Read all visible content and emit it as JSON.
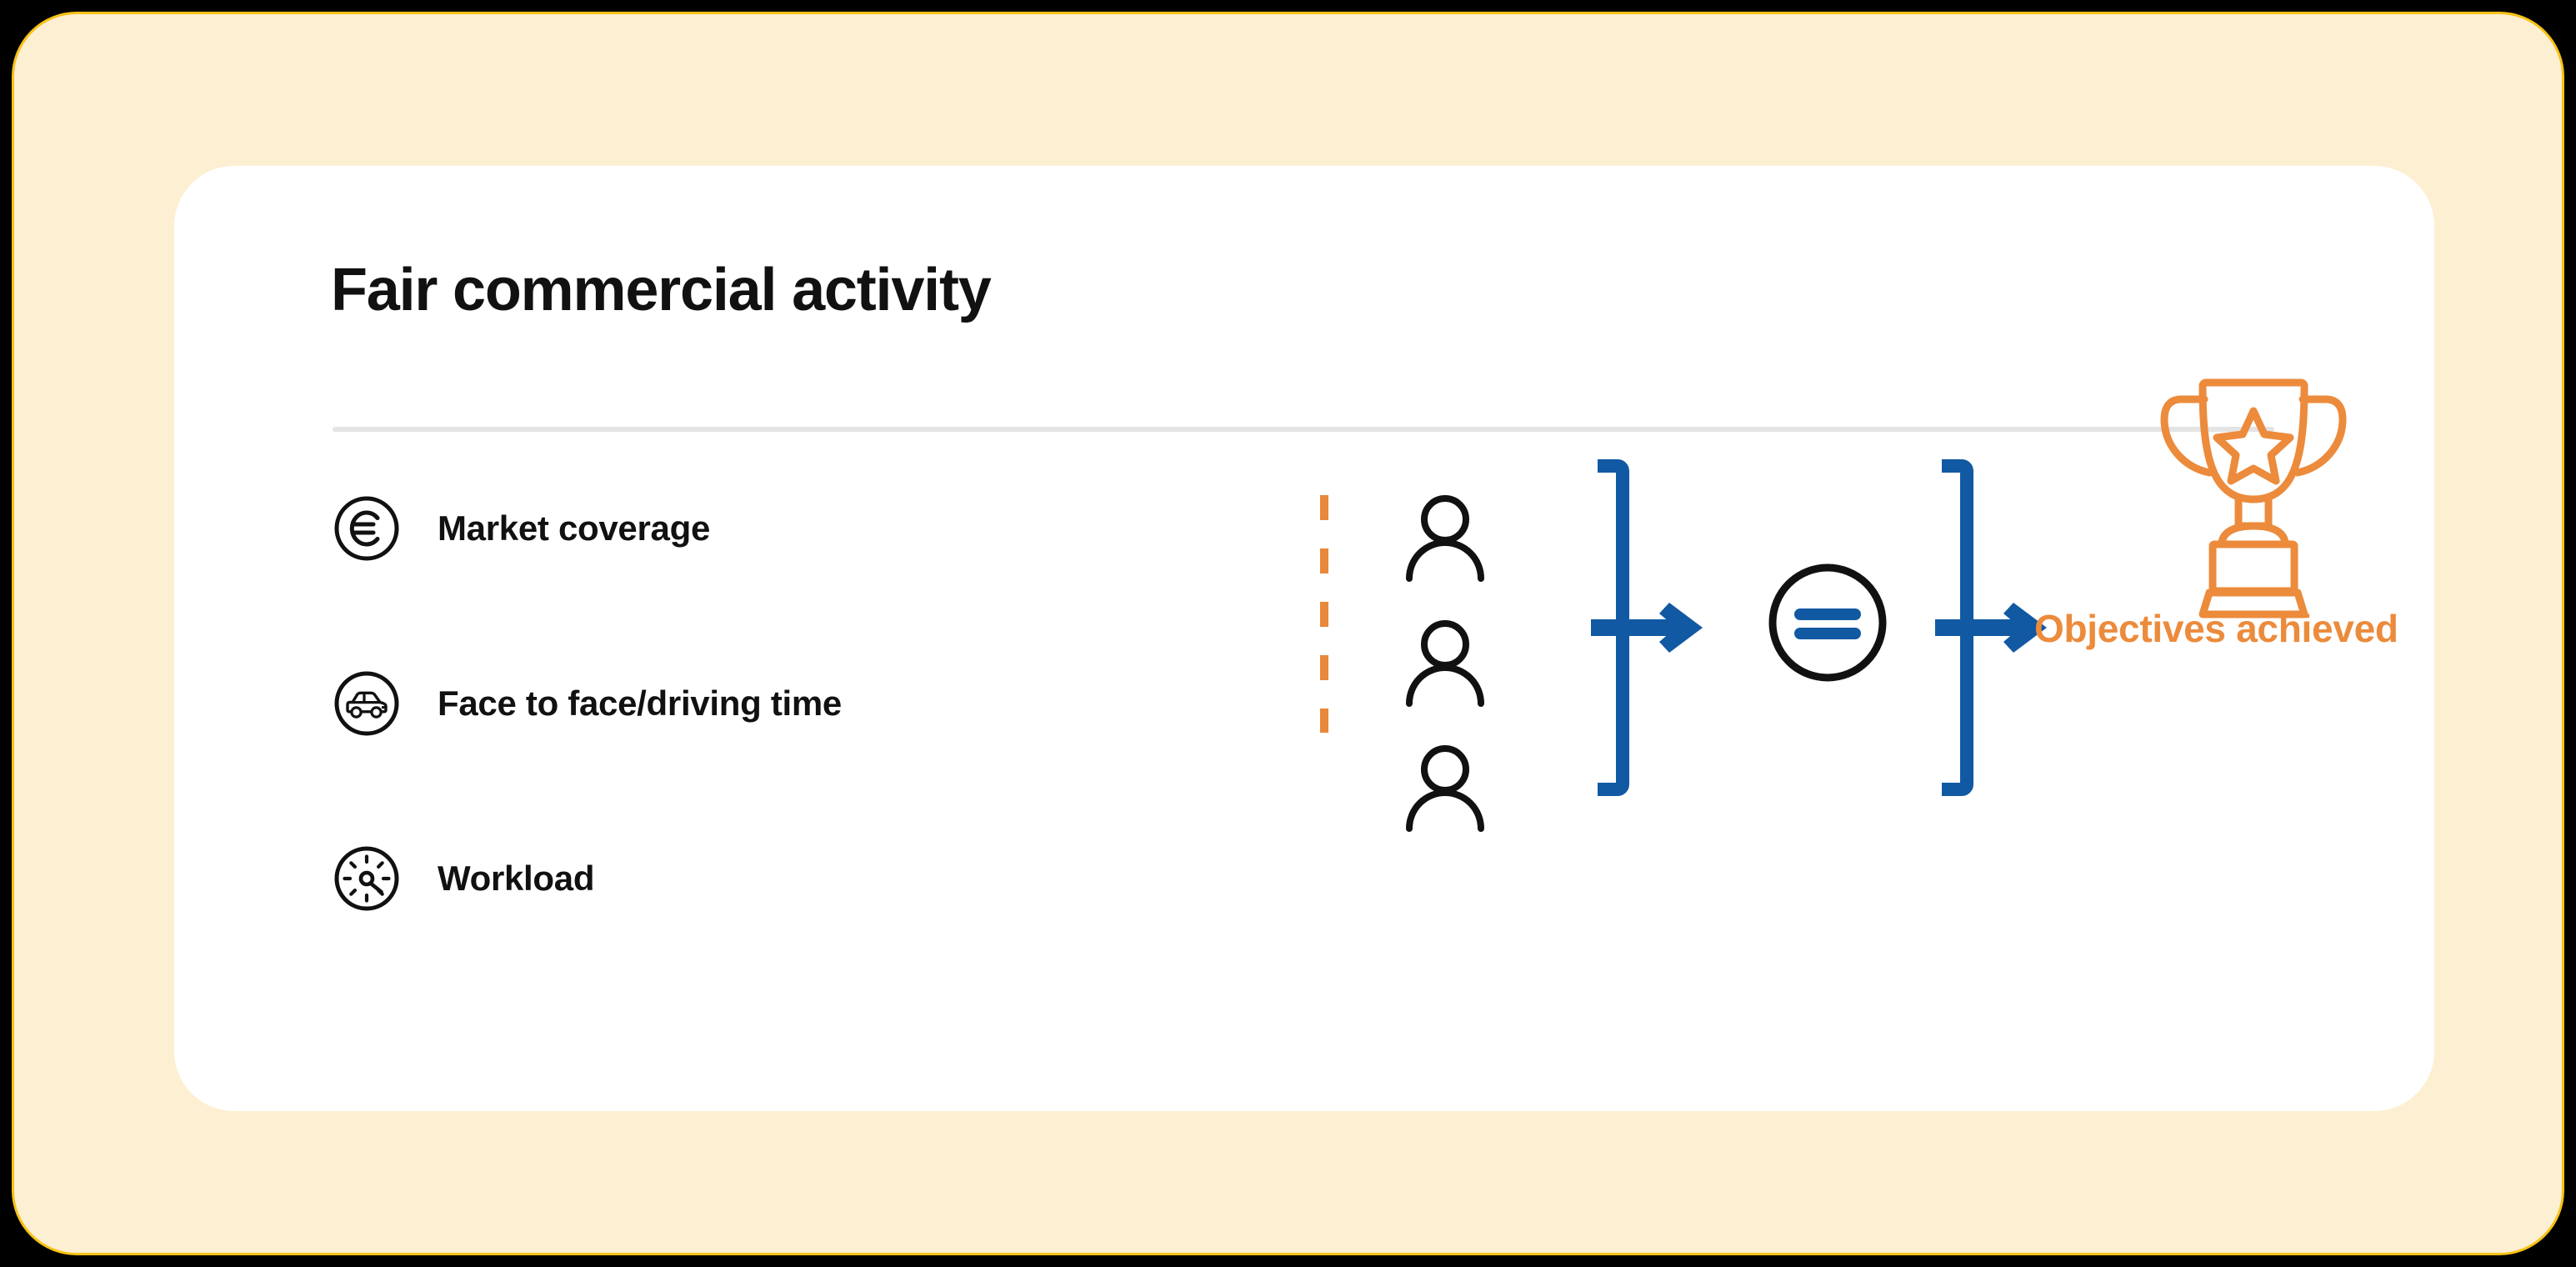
{
  "theme": {
    "frame_background": "#FDEFD2",
    "frame_border": "#F7C216",
    "card_background": "#FFFFFF",
    "text_primary": "#111111",
    "accent_orange": "#EC8B3C",
    "accent_blue": "#1159A3",
    "divider_gray": "#E4E4E4",
    "page_background": "#000000"
  },
  "card": {
    "title": "Fair commercial activity",
    "divider": "title-divider"
  },
  "criteria": {
    "items": [
      {
        "label": "Market coverage",
        "icon": "euro-circle-icon"
      },
      {
        "label": "Face to face/driving time",
        "icon": "car-circle-icon"
      },
      {
        "label": "Workload",
        "icon": "gauge-circle-icon"
      }
    ]
  },
  "divider": {
    "style": "dashed-vertical",
    "color": "#E8883A"
  },
  "people": {
    "count": 3,
    "icon": "person-icon"
  },
  "flow": {
    "bracket_left": "bracket-arrow-icon",
    "equals": "equals-circle-icon",
    "bracket_right": "bracket-arrow-icon",
    "equals_symbol": "="
  },
  "result": {
    "icon": "trophy-icon",
    "label": "Objectives achieved"
  }
}
